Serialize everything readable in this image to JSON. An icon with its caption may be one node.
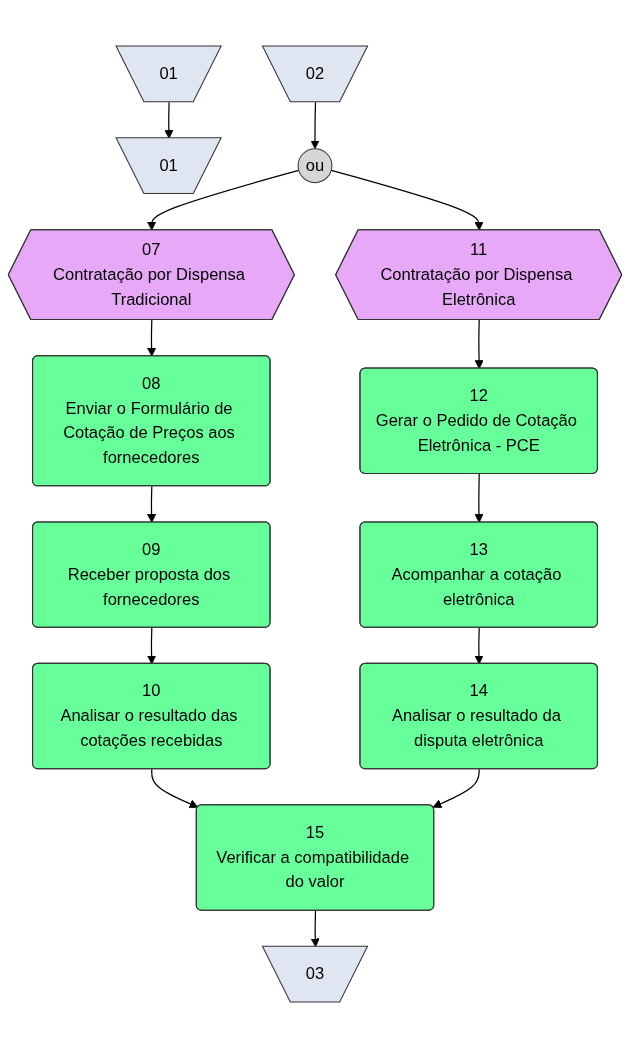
{
  "diagram": {
    "nodes": [
      {
        "text": [
          "01"
        ]
      },
      {
        "text": [
          "02"
        ]
      },
      {
        "text": [
          "ou"
        ]
      },
      {
        "text": [
          "07",
          "Contratação por Dispensa Tradicional"
        ]
      },
      {
        "text": [
          "11",
          "Contratação por Dispensa Eletrônica"
        ]
      },
      {
        "text": [
          "08",
          "Enviar o Formulário de Cotação de Preços aos fornecedores"
        ]
      },
      {
        "text": [
          "12",
          "Gerar o Pedido de Cotação Eletrônica - PCE"
        ]
      },
      {
        "text": [
          "09",
          "Receber proposta dos fornecedores"
        ]
      },
      {
        "text": [
          "13",
          "Acompanhar a cotação eletrônica"
        ]
      },
      {
        "text": [
          "10",
          "Analisar o resultado das cotações recebidas"
        ]
      },
      {
        "text": [
          "14",
          "Analisar o resultado da disputa eletrônica"
        ]
      },
      {
        "text": [
          "15",
          "Verificar a compatibilidade do valor"
        ]
      },
      {
        "text": [
          "01"
        ]
      },
      {
        "text": [
          "03"
        ]
      }
    ],
    "edges": [
      {
        "from": 12,
        "to": 0,
        "arrow": "to"
      },
      {
        "from": 1,
        "to": 2,
        "arrow": "to"
      },
      {
        "from": 2,
        "to": 3,
        "arrow": "to"
      },
      {
        "from": 2,
        "to": 4,
        "arrow": "to"
      },
      {
        "from": 3,
        "to": 5,
        "arrow": "to"
      },
      {
        "from": 4,
        "to": 6,
        "arrow": "to"
      },
      {
        "from": 5,
        "to": 7,
        "arrow": "to"
      },
      {
        "from": 6,
        "to": 8,
        "arrow": "to"
      },
      {
        "from": 7,
        "to": 9,
        "arrow": "to"
      },
      {
        "from": 8,
        "to": 10,
        "arrow": "to"
      },
      {
        "from": 9,
        "to": 11,
        "arrow": "to"
      },
      {
        "from": 10,
        "to": 11,
        "arrow": "to"
      },
      {
        "from": 11,
        "to": 13,
        "arrow": "to"
      }
    ]
  }
}
